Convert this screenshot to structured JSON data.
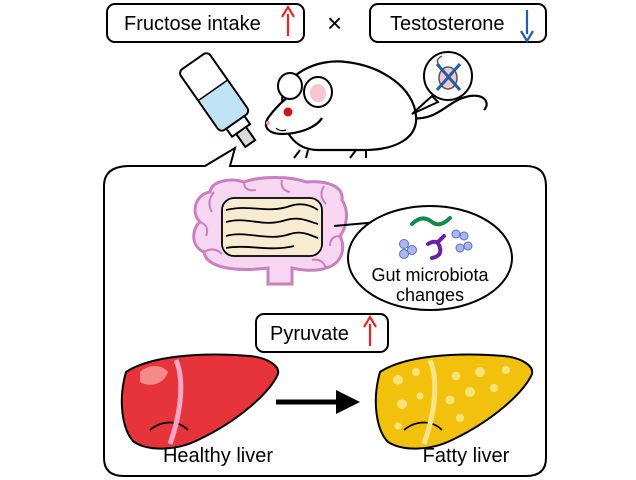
{
  "top_labels": {
    "fructose": "Fructose intake",
    "times": "×",
    "testosterone": "Testosterone"
  },
  "gut": {
    "microbiota_line1": "Gut microbiota",
    "microbiota_line2": "changes"
  },
  "pyruvate": "Pyruvate",
  "liver": {
    "healthy": "Healthy liver",
    "fatty": "Fatty liver"
  },
  "colors": {
    "up_arrow": "#e8262a",
    "down_arrow": "#1e5fa8",
    "intestine_fill": "#f7d6f2",
    "intestine_stroke": "#c97fc0",
    "healthy_liver": "#e7333a",
    "fatty_liver": "#f2c10e",
    "bottle_liquid": "#bfe3f5"
  },
  "icons": {
    "up": "up-arrow-icon",
    "down": "down-arrow-icon",
    "mouse": "mouse-icon",
    "bottle": "water-bottle-icon",
    "no_testis": "crossed-testis-icon",
    "intestine": "intestine-icon",
    "microbes": "microbes-icon",
    "progress": "right-arrow-icon"
  }
}
